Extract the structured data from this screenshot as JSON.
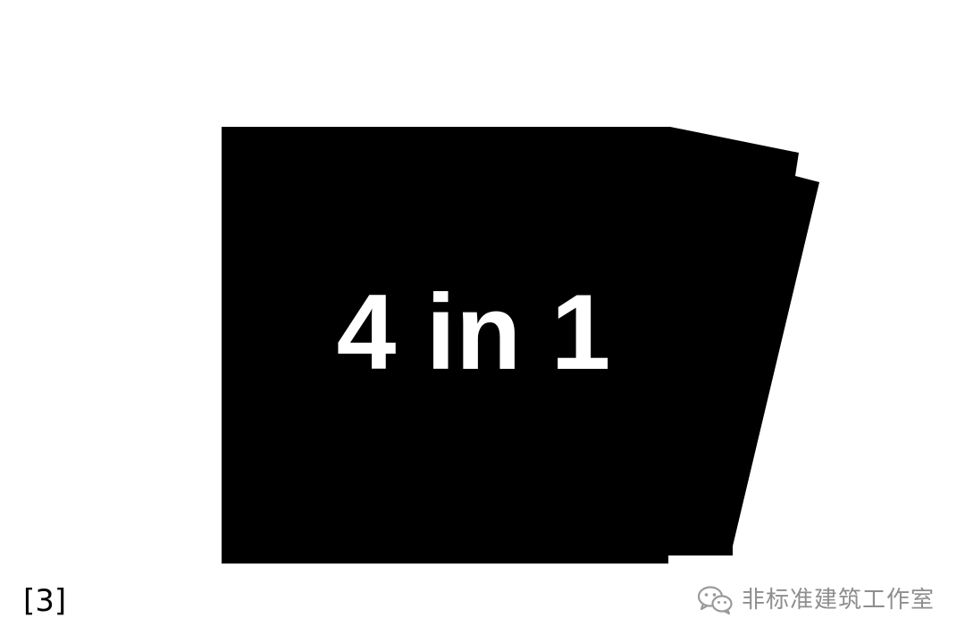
{
  "figure": {
    "shape_label": "4 in 1",
    "footnote": "[3]",
    "shape_color": "#000000",
    "label_color": "#ffffff",
    "background_color": "#ffffff"
  },
  "watermark": {
    "text": "非标准建筑工作室",
    "icon": "wechat-icon",
    "color": "#8e8e8e"
  }
}
